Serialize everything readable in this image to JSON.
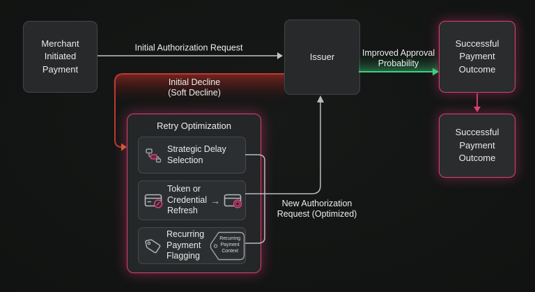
{
  "nodes": {
    "merchant": {
      "label": "Merchant Initiated Payment"
    },
    "issuer": {
      "label": "Issuer"
    },
    "outcome_top": {
      "label": "Successful Payment Outcome"
    },
    "outcome_bottom": {
      "label": "Successful Payment Outcome"
    }
  },
  "retry_panel": {
    "title": "Retry Optimization",
    "items": [
      {
        "label": "Strategic Delay Selection",
        "icon": "workflow-nodes-icon"
      },
      {
        "label": "Token or Credential Refresh",
        "icon_left": "card-token-icon",
        "arrow_glyph": "→",
        "icon_right": "card-refresh-icon"
      },
      {
        "label": "Recurring Payment Flagging",
        "icon": "tag-icon",
        "badge": {
          "icon": "tag-outline-badge",
          "lines": [
            "Recurring",
            "Payment",
            "Context"
          ]
        }
      }
    ]
  },
  "edges": {
    "initial_auth": {
      "label": "Initial Authorization Request"
    },
    "initial_decline": {
      "line1": "Initial Decline",
      "line2": "(Soft Decline)"
    },
    "improved_approval": {
      "line1": "Improved Approval",
      "line2": "Probability"
    },
    "new_auth": {
      "line1": "New Authorization",
      "line2": "Request (Optimized)"
    }
  },
  "colors": {
    "background": "#111312",
    "node_fill": "#27292b",
    "node_border": "#424648",
    "pink_accent": "#de4078",
    "red_accent": "#bd3a31",
    "orange_arrowhead": "#d4573a",
    "green_accent": "#3ecf82",
    "gray_line": "#c0c3c4",
    "text": "#e9eaea"
  }
}
